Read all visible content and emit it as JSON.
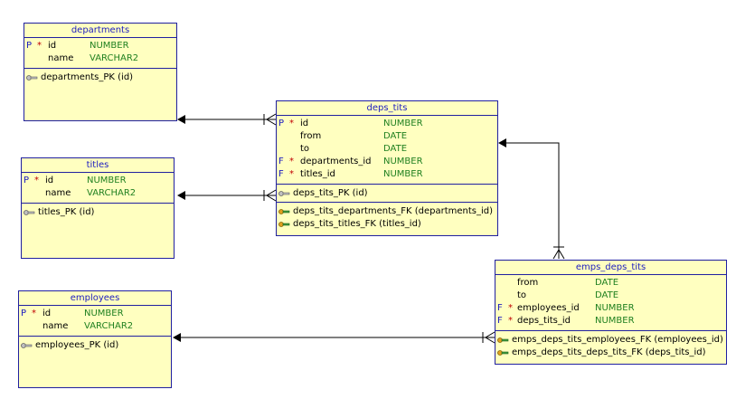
{
  "tables": {
    "departments": {
      "name": "departments",
      "columns": [
        {
          "flag": "P",
          "req": "*",
          "name": "id",
          "type": "NUMBER"
        },
        {
          "flag": "",
          "req": "",
          "name": "name",
          "type": "VARCHAR2"
        }
      ],
      "pk": "departments_PK (id)"
    },
    "titles": {
      "name": "titles",
      "columns": [
        {
          "flag": "P",
          "req": "*",
          "name": "id",
          "type": "NUMBER"
        },
        {
          "flag": "",
          "req": "",
          "name": "name",
          "type": "VARCHAR2"
        }
      ],
      "pk": "titles_PK (id)"
    },
    "employees": {
      "name": "employees",
      "columns": [
        {
          "flag": "P",
          "req": "*",
          "name": "id",
          "type": "NUMBER"
        },
        {
          "flag": "",
          "req": "",
          "name": "name",
          "type": "VARCHAR2"
        }
      ],
      "pk": "employees_PK (id)"
    },
    "deps_tits": {
      "name": "deps_tits",
      "columns": [
        {
          "flag": "P",
          "req": "*",
          "name": "id",
          "type": "NUMBER"
        },
        {
          "flag": "",
          "req": "",
          "name": "from",
          "type": "DATE"
        },
        {
          "flag": "",
          "req": "",
          "name": "to",
          "type": "DATE"
        },
        {
          "flag": "F",
          "req": "*",
          "name": "departments_id",
          "type": "NUMBER"
        },
        {
          "flag": "F",
          "req": "*",
          "name": "titles_id",
          "type": "NUMBER"
        }
      ],
      "pk": "deps_tits_PK (id)",
      "fks": [
        "deps_tits_departments_FK (departments_id)",
        "deps_tits_titles_FK (titles_id)"
      ]
    },
    "emps_deps_tits": {
      "name": "emps_deps_tits",
      "columns": [
        {
          "flag": "",
          "req": "",
          "name": "from",
          "type": "DATE"
        },
        {
          "flag": "",
          "req": "",
          "name": "to",
          "type": "DATE"
        },
        {
          "flag": "F",
          "req": "*",
          "name": "employees_id",
          "type": "NUMBER"
        },
        {
          "flag": "F",
          "req": "*",
          "name": "deps_tits_id",
          "type": "NUMBER"
        }
      ],
      "fks": [
        "emps_deps_tits_employees_FK (employees_id)",
        "emps_deps_tits_deps_tits_FK (deps_tits_id)"
      ]
    }
  },
  "colors": {
    "box_fill": "#ffffc0",
    "border": "#2020a0",
    "title": "#2020c0",
    "pk_flag": "#2020c0",
    "required": "#c00000",
    "type": "#208020",
    "connector": "#000000"
  }
}
